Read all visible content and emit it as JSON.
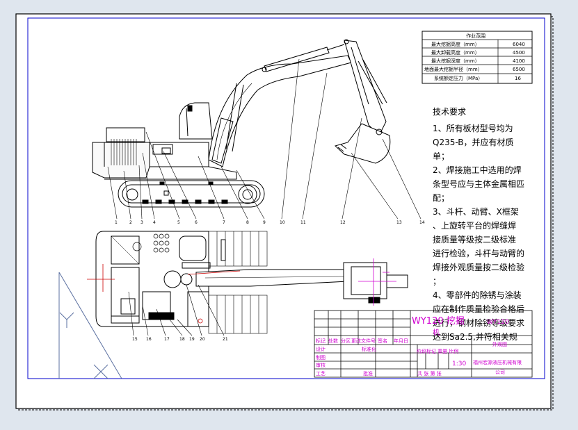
{
  "spec_table": {
    "title": "作业范围",
    "rows": [
      {
        "label": "最大挖掘高度（mm）",
        "value": "6040"
      },
      {
        "label": "最大卸载高度（mm）",
        "value": "4500"
      },
      {
        "label": "最大挖掘深度（mm）",
        "value": "4100"
      },
      {
        "label": "地面最大挖掘半径（mm）",
        "value": "6500"
      },
      {
        "label": "系统额定压力（MPa）",
        "value": "16"
      }
    ]
  },
  "requirements": {
    "lines": [
      "技术要求",
      "1、所有板材型号均为",
      "Q235-B，并应有材质",
      "单；",
      "2、焊接施工中选用的焊",
      "条型号应与主体金属相匹",
      "配；",
      "3、斗杆、动臂、X框架",
      "、上旋转平台的焊缝焊",
      "接质量等级按二级标准",
      "进行检验，斗杆与动臂的",
      "焊接外观质量按二级检验",
      "；",
      "4、零部件的除锈与涂装",
      "应在制作质量检验合格后",
      "进行，钢材除锈等级要求",
      "达到Sa2.5,并符相关规"
    ]
  },
  "side_view_labels": [
    "1",
    "2",
    "3",
    "4",
    "5",
    "6",
    "7",
    "8",
    "9",
    "10",
    "11",
    "12",
    "13",
    "14"
  ],
  "top_view_labels": [
    "15",
    "16",
    "17",
    "18",
    "19",
    "20",
    "21"
  ],
  "title_block": {
    "drawing_title": "WY120 挖掘",
    "drawing_title_2": "机",
    "drawing_code": "WY120",
    "header_row": [
      "标记",
      "处数",
      "分区",
      "更改文件号",
      "签名",
      "年月日"
    ],
    "design": "设计",
    "std": "标准化",
    "stage_row": "阶段标记 重量 比例",
    "drawing": "制图",
    "review": "审核",
    "process": "工艺",
    "approve": "批准",
    "scale": "1:30",
    "company": "福州宏源液压机械有限",
    "company_2": "公司",
    "sheets": "共 张 第 张",
    "outline": "外观图"
  }
}
